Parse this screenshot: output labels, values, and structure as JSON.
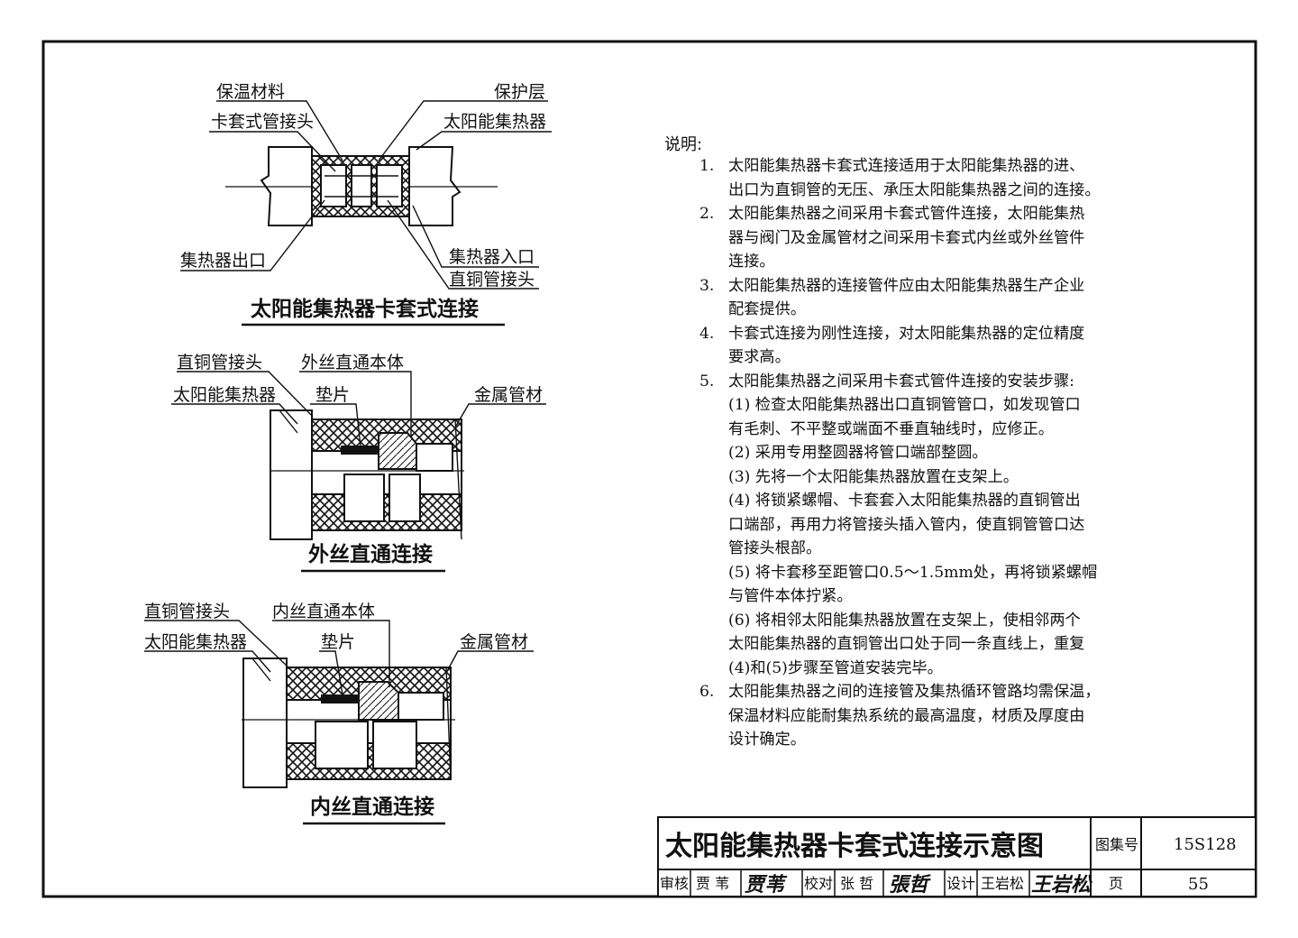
{
  "drawing": {
    "fig1": {
      "caption": "太阳能集热器卡套式连接",
      "labels": {
        "insulation": "保温材料",
        "protect_layer": "保护层",
        "ferrule_joint": "卡套式管接头",
        "collector": "太阳能集热器",
        "outlet": "集热器出口",
        "inlet": "集热器入口",
        "copper_joint": "直铜管接头"
      }
    },
    "fig2": {
      "caption": "外丝直通连接",
      "labels": {
        "copper_joint": "直铜管接头",
        "body": "外丝直通本体",
        "collector": "太阳能集热器",
        "gasket": "垫片",
        "metal_pipe": "金属管材"
      }
    },
    "fig3": {
      "caption": "内丝直通连接",
      "labels": {
        "copper_joint": "直铜管接头",
        "body": "内丝直通本体",
        "collector": "太阳能集热器",
        "gasket": "垫片",
        "metal_pipe": "金属管材"
      }
    }
  },
  "notes": {
    "title": "说明:",
    "items": [
      {
        "num": "1.",
        "lines": [
          "太阳能集热器卡套式连接适用于太阳能集热器的进、",
          "出口为直铜管的无压、承压太阳能集热器之间的连接。"
        ]
      },
      {
        "num": "2.",
        "lines": [
          "太阳能集热器之间采用卡套式管件连接，太阳能集热",
          "器与阀门及金属管材之间采用卡套式内丝或外丝管件",
          "连接。"
        ]
      },
      {
        "num": "3.",
        "lines": [
          "太阳能集热器的连接管件应由太阳能集热器生产企业",
          "配套提供。"
        ]
      },
      {
        "num": "4.",
        "lines": [
          "卡套式连接为刚性连接，对太阳能集热器的定位精度",
          "要求高。"
        ]
      },
      {
        "num": "5.",
        "lines": [
          "太阳能集热器之间采用卡套式管件连接的安装步骤:"
        ]
      }
    ],
    "steps": [
      [
        "(1) 检查太阳能集热器出口直铜管管口，如发现管口",
        "有毛刺、不平整或端面不垂直轴线时，应修正。"
      ],
      [
        "(2) 采用专用整圆器将管口端部整圆。"
      ],
      [
        "(3) 先将一个太阳能集热器放置在支架上。"
      ],
      [
        "(4) 将锁紧螺帽、卡套套入太阳能集热器的直铜管出",
        "口端部，再用力将管接头插入管内，使直铜管管口达",
        "管接头根部。"
      ],
      [
        "(5) 将卡套移至距管口0.5～1.5mm处，再将锁紧螺帽",
        "与管件本体拧紧。"
      ],
      [
        "(6) 将相邻太阳能集热器放置在支架上，使相邻两个",
        "太阳能集热器的直铜管出口处于同一条直线上，重复",
        "(4)和(5)步骤至管道安装完毕。"
      ]
    ],
    "item6": {
      "num": "6.",
      "lines": [
        "太阳能集热器之间的连接管及集热循环管路均需保温，",
        "保温材料应能耐集热系统的最高温度，材质及厚度由",
        "设计确定。"
      ]
    }
  },
  "title_block": {
    "title": "太阳能集热器卡套式连接示意图",
    "atlas_label": "图集号",
    "atlas_no": "15S128",
    "review_label": "审核",
    "reviewer": "贾 苇",
    "reviewer_sig": "贾苇",
    "check_label": "校对",
    "checker": "张 哲",
    "checker_sig": "張哲",
    "design_label": "设计",
    "designer": "王岩松",
    "designer_sig": "王岩松",
    "page_label": "页",
    "page_no": "55"
  }
}
